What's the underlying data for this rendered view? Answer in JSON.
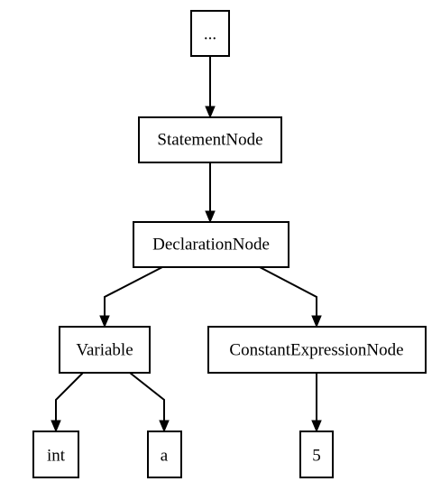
{
  "nodes": {
    "root": {
      "label": "..."
    },
    "statement": {
      "label": "StatementNode"
    },
    "declaration": {
      "label": "DeclarationNode"
    },
    "variable": {
      "label": "Variable"
    },
    "constant_expression": {
      "label": "ConstantExpressionNode"
    },
    "type_int": {
      "label": "int"
    },
    "name_a": {
      "label": "a"
    },
    "value_5": {
      "label": "5"
    }
  },
  "edges": [
    {
      "from": "root",
      "to": "statement"
    },
    {
      "from": "statement",
      "to": "declaration"
    },
    {
      "from": "declaration",
      "to": "variable"
    },
    {
      "from": "declaration",
      "to": "constant_expression"
    },
    {
      "from": "variable",
      "to": "type_int"
    },
    {
      "from": "variable",
      "to": "name_a"
    },
    {
      "from": "constant_expression",
      "to": "value_5"
    }
  ]
}
